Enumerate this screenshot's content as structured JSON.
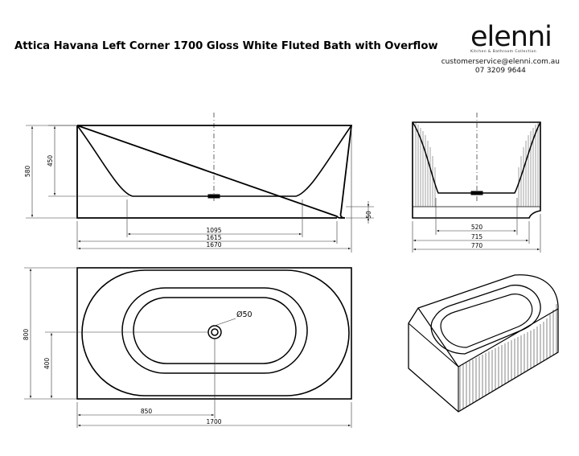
{
  "title": "Attica Havana Left Corner 1700 Gloss White Fluted Bath with Overflow",
  "logo": {
    "wordmark": "elenni",
    "tagline": "Kitchen & Bathroom Collection"
  },
  "contact": {
    "email": "customerservice@elenni.com.au",
    "phone": "07 3209 9644"
  },
  "dimensions": {
    "side_view": {
      "overall_height": "580",
      "inner_depth": "450",
      "base_step": "50",
      "floor_length": "1095",
      "rim_length": "1615",
      "overall_length": "1670"
    },
    "end_view": {
      "floor_width": "520",
      "rim_width": "715",
      "overall_width": "770"
    },
    "plan_view": {
      "waste_diameter": "Ø50",
      "overall_width": "800",
      "waste_offset_width": "400",
      "waste_offset_length": "850",
      "overall_length": "1700"
    }
  }
}
